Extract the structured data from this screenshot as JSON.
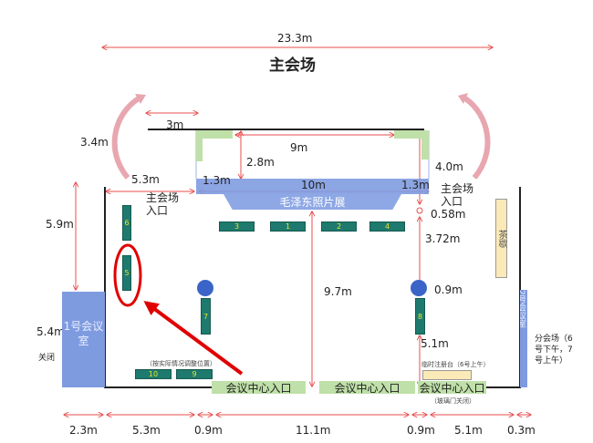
{
  "title": "主会场",
  "dims": {
    "total_width": "23.3m",
    "d3": "3m",
    "d3_4": "3.4m",
    "d9": "9m",
    "d2_8": "2.8m",
    "d5_3_top": "5.3m",
    "d1_3_left": "1.3m",
    "d10": "10m",
    "d1_3_right": "1.3m",
    "d4_0": "4.0m",
    "d0_58": "0.58m",
    "d3_72": "3.72m",
    "d5_9": "5.9m",
    "d5_4": "5.4m",
    "d9_7": "9.7m",
    "d0_9_right": "0.9m",
    "d5_1_vert": "5.1m"
  },
  "bottom_dims": [
    "2.3m",
    "5.3m",
    "0.9m",
    "11.1m",
    "0.9m",
    "5.1m",
    "0.3m"
  ],
  "entrance_main_left": "主会场入口",
  "entrance_main_right": "主会场入口",
  "photo_exhibit": "毛泽东照片展",
  "tables": [
    "1",
    "2",
    "3",
    "4",
    "5",
    "6",
    "7",
    "8",
    "9",
    "10"
  ],
  "room1": {
    "name": "1号会议室",
    "status": "关闭"
  },
  "room2": {
    "name": "2号会议室",
    "note": "分会场（6号下午，7号上午）"
  },
  "tea_break": "茶歇",
  "position_note": "（按实际情况调整位置）",
  "registration": "临时注册台（6号上午）",
  "entrances": [
    "会议中心入口",
    "会议中心入口",
    "会议中心入口"
  ],
  "glass_door": "（玻璃门关闭）",
  "colors": {
    "dim": "#e84c4c",
    "table": "#1e7a6e",
    "stage": "#7f9be0",
    "green": "#bfe0a8",
    "highlight": "#e00000"
  }
}
